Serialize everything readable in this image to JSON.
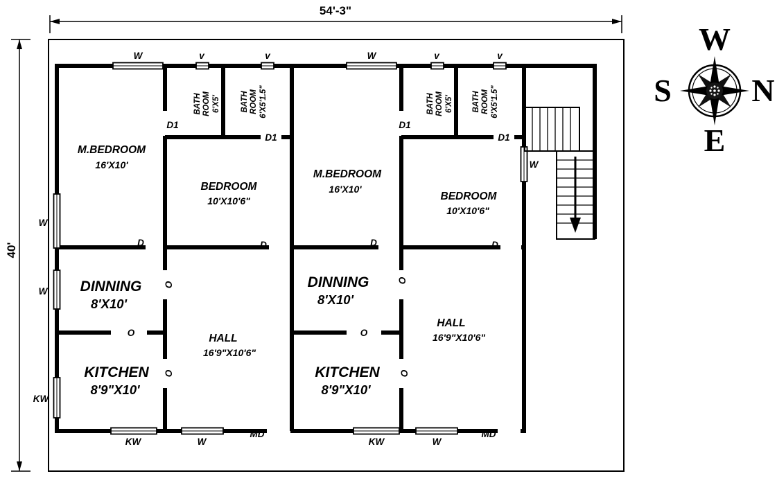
{
  "dimensions": {
    "width": "54'-3\"",
    "height": "40'"
  },
  "compass": {
    "west": "W",
    "south": "S",
    "north": "N",
    "east": "E"
  },
  "marks": {
    "window": "W",
    "vent": "v",
    "door": "D",
    "bath_door": "D1",
    "opening": "O",
    "kitchen_window": "KW",
    "main_door": "MD"
  },
  "units": [
    {
      "m_bedroom": {
        "name": "M.BEDROOM",
        "size": "16'X10'"
      },
      "bath_1": {
        "line1": "BATH",
        "line2": "ROOM",
        "size": "6'X5'"
      },
      "bath_2": {
        "line1": "BATH",
        "line2": "ROOM",
        "size": "6'X5'1.5\""
      },
      "bedroom": {
        "name": "BEDROOM",
        "size": "10'X10'6\""
      },
      "dinning": {
        "name": "DINNING",
        "size": "8'X10'"
      },
      "hall": {
        "name": "HALL",
        "size": "16'9\"X10'6\""
      },
      "kitchen": {
        "name": "KITCHEN",
        "size": "8'9\"X10'"
      }
    },
    {
      "m_bedroom": {
        "name": "M.BEDROOM",
        "size": "16'X10'"
      },
      "bath_1": {
        "line1": "BATH",
        "line2": "ROOM",
        "size": "6'X5'"
      },
      "bath_2": {
        "line1": "BATH",
        "line2": "ROOM",
        "size": "6'X5'1.5\""
      },
      "bedroom": {
        "name": "BEDROOM",
        "size": "10'X10'6\""
      },
      "dinning": {
        "name": "DINNING",
        "size": "8'X10'"
      },
      "hall": {
        "name": "HALL",
        "size": "16'9\"X10'6\""
      },
      "kitchen": {
        "name": "KITCHEN",
        "size": "8'9\"X10'"
      }
    }
  ]
}
